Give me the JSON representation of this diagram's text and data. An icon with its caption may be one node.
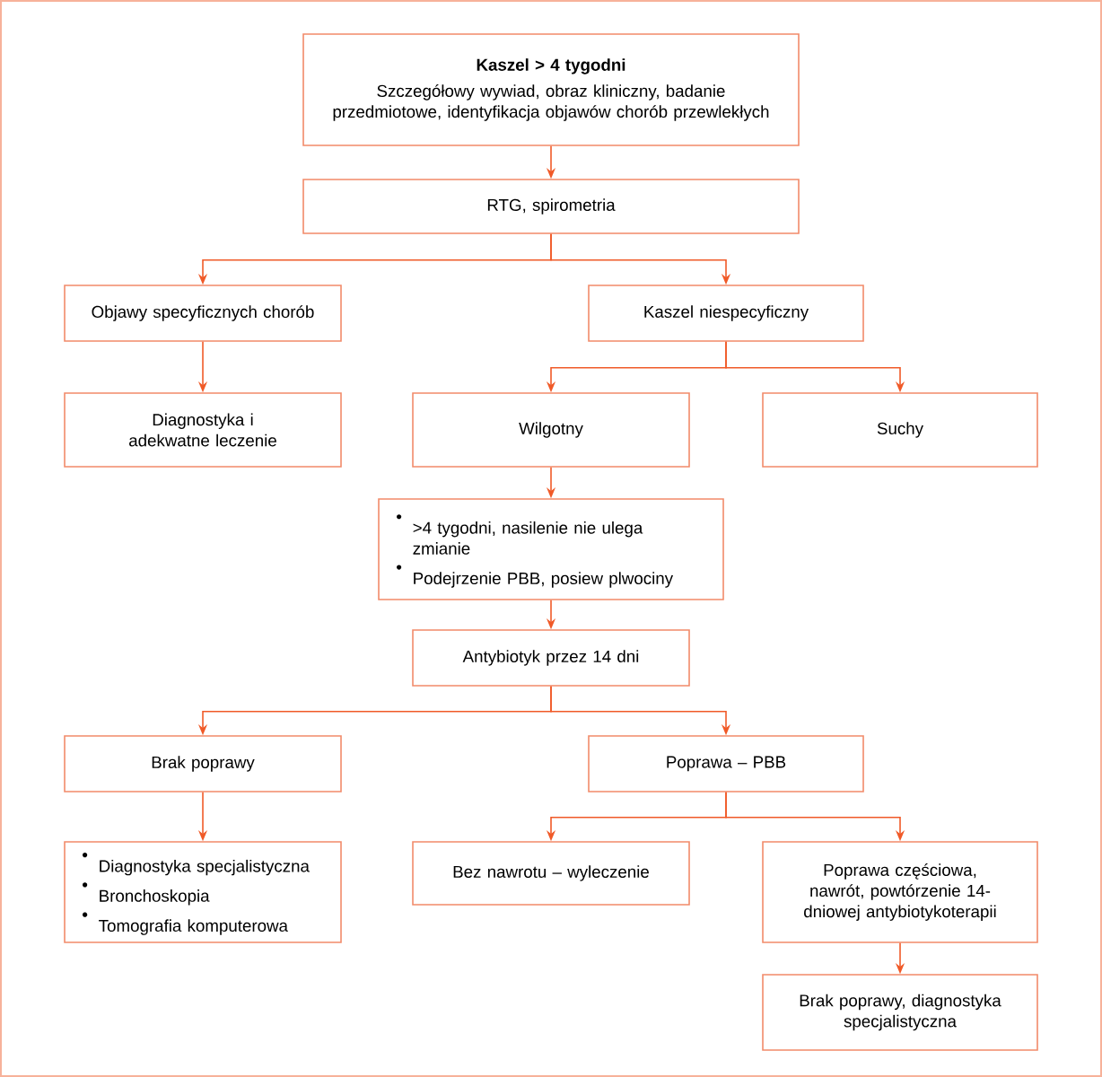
{
  "diagram": {
    "nodes": [
      {
        "text": [
          "Kaszel > 4 tygodni",
          "Szczegółowy wywiad, obraz kliniczny, badanie przedmiotowe, identyfikacja objawów chorób przewlekłych"
        ]
      },
      {
        "text": [
          "RTG, spirometria"
        ]
      },
      {
        "text": [
          "Objawy specyficznych chorób"
        ]
      },
      {
        "text": [
          "Kaszel niespecyficzny"
        ]
      },
      {
        "text": [
          "Diagnostyka i adekwatne leczenie"
        ]
      },
      {
        "text": [
          "Wilgotny"
        ]
      },
      {
        "text": [
          "Suchy"
        ]
      },
      {
        "text": [
          ">4 tygodni, nasilenie nie ulega zmianie",
          "Podejrzenie PBB, posiew plwociny"
        ]
      },
      {
        "text": [
          "Antybiotyk przez 14 dni"
        ]
      },
      {
        "text": [
          "Brak poprawy"
        ]
      },
      {
        "text": [
          "Poprawa – PBB"
        ]
      },
      {
        "text": [
          "Diagnostyka specjalistyczna",
          "Bronchoskopia",
          "Tomografia komputerowa"
        ]
      },
      {
        "text": [
          "Bez nawrotu – wyleczenie"
        ]
      },
      {
        "text": [
          "Poprawa częściowa, nawrót, powtórzenie 14-dniowej antybiotykoterapii"
        ]
      },
      {
        "text": [
          "Brak poprawy, diagnostyka specjalistyczna"
        ]
      }
    ],
    "edges": [
      {
        "from": 0,
        "to": 1,
        "arrow": "to"
      },
      {
        "from": 1,
        "to": 2,
        "arrow": "to"
      },
      {
        "from": 1,
        "to": 3,
        "arrow": "to"
      },
      {
        "from": 2,
        "to": 4,
        "arrow": "to"
      },
      {
        "from": 3,
        "to": 5,
        "arrow": "to"
      },
      {
        "from": 3,
        "to": 6,
        "arrow": "to"
      },
      {
        "from": 5,
        "to": 7,
        "arrow": "to"
      },
      {
        "from": 7,
        "to": 8,
        "arrow": "to"
      },
      {
        "from": 8,
        "to": 9,
        "arrow": "to"
      },
      {
        "from": 8,
        "to": 10,
        "arrow": "to"
      },
      {
        "from": 9,
        "to": 11,
        "arrow": "to"
      },
      {
        "from": 10,
        "to": 12,
        "arrow": "to"
      },
      {
        "from": 10,
        "to": 13,
        "arrow": "to"
      },
      {
        "from": 13,
        "to": 14,
        "arrow": "to"
      }
    ]
  }
}
